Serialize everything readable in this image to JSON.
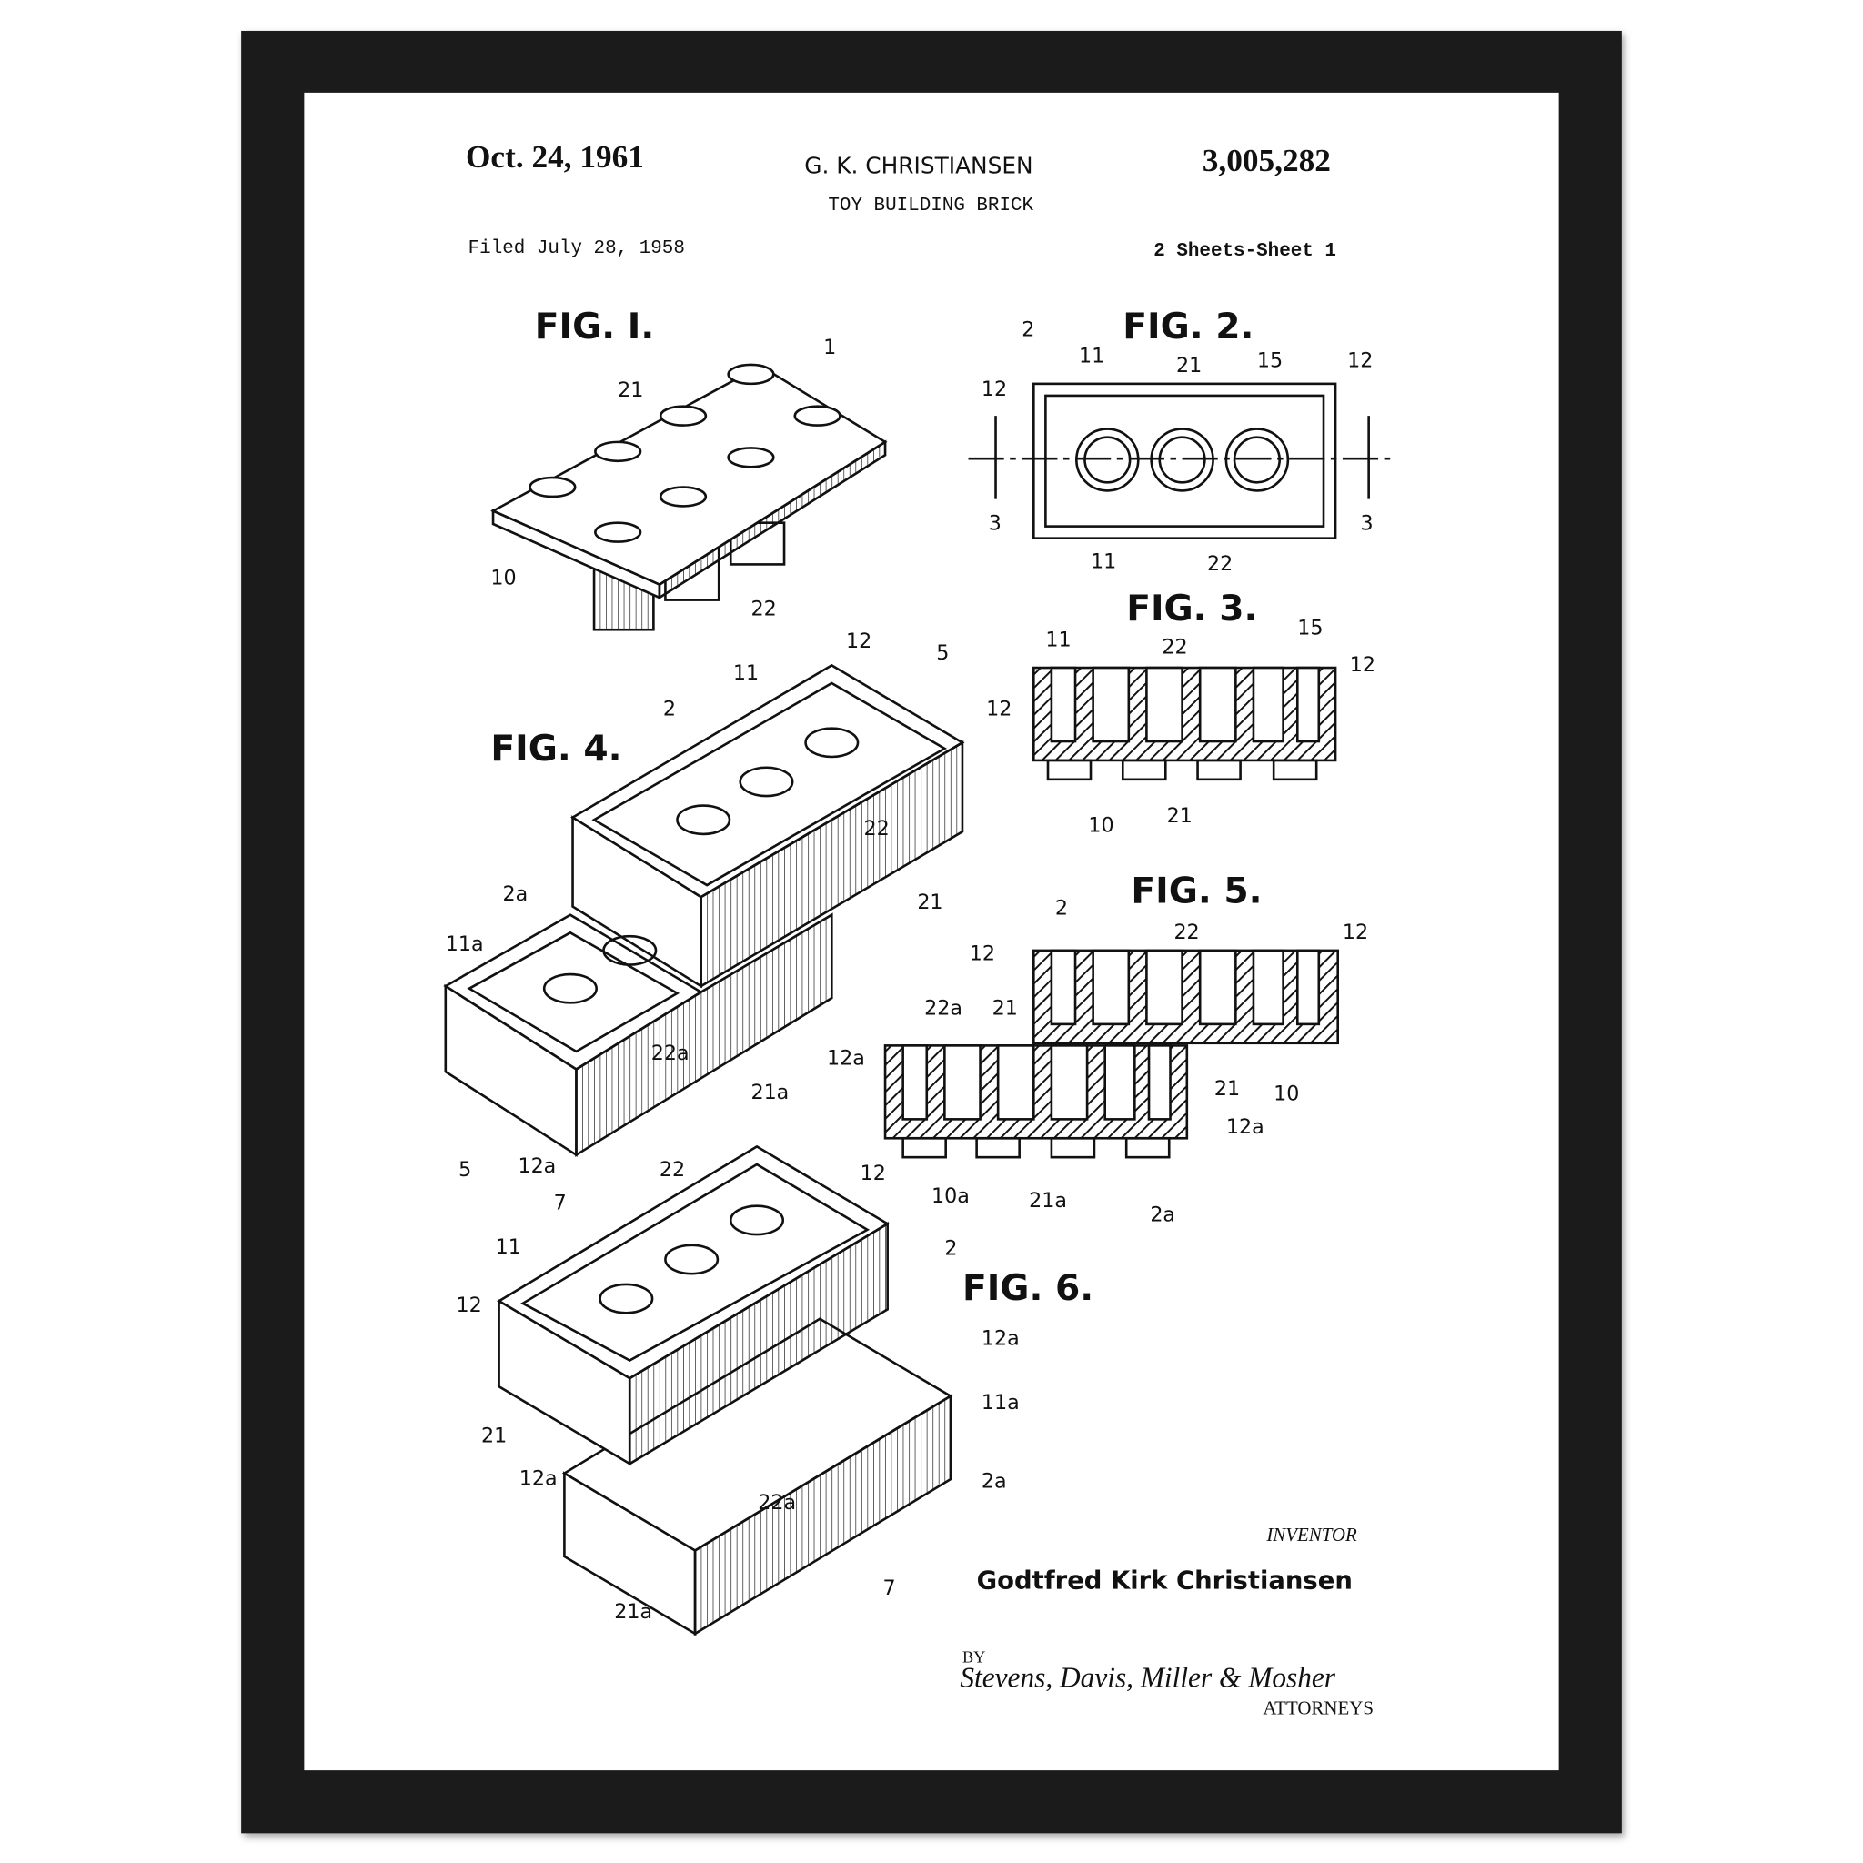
{
  "header": {
    "date": "Oct. 24, 1961",
    "inventor_name": "G. K. CHRISTIANSEN",
    "patent_number": "3,005,282",
    "title": "TOY BUILDING BRICK",
    "filed": "Filed July 28, 1958",
    "sheets": "2 Sheets-Sheet 1"
  },
  "figures": {
    "fig1": "FIG. I.",
    "fig2": "FIG. 2.",
    "fig3": "FIG. 3.",
    "fig4": "FIG. 4.",
    "fig5": "FIG. 5.",
    "fig6": "FIG. 6."
  },
  "labels": {
    "fig1": [
      "1",
      "21",
      "10",
      "22"
    ],
    "fig2": [
      "2",
      "11",
      "21",
      "15",
      "12",
      "12",
      "3",
      "3",
      "11",
      "22"
    ],
    "fig3": [
      "11",
      "22",
      "15",
      "12",
      "12",
      "10",
      "21"
    ],
    "fig4": [
      "12",
      "5",
      "11",
      "2",
      "22",
      "21",
      "2a",
      "11a",
      "22a",
      "21a",
      "5",
      "12a"
    ],
    "fig5": [
      "2",
      "22",
      "12",
      "12",
      "22a",
      "21",
      "12a",
      "21",
      "10",
      "12a",
      "10a",
      "21a",
      "2a"
    ],
    "fig6": [
      "7",
      "22",
      "12",
      "11",
      "2",
      "12",
      "12a",
      "11a",
      "21",
      "12a",
      "22a",
      "2a",
      "7",
      "21a"
    ]
  },
  "footer": {
    "inventor_label": "INVENTOR",
    "inventor": "Godtfred Kirk Christiansen",
    "by": "BY",
    "attorneys_signature": "Stevens, Davis, Miller & Mosher",
    "attorneys_label": "ATTORNEYS"
  }
}
